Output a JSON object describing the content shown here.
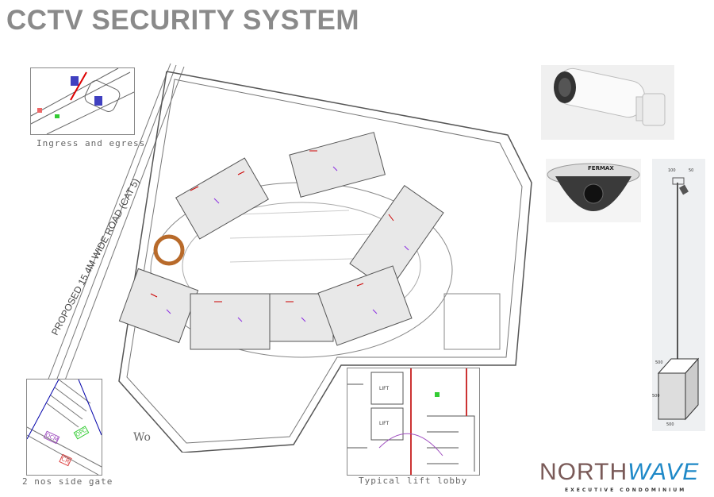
{
  "title": "CCTV SECURITY SYSTEM",
  "site_plan": {
    "road_label": "PROPOSED 15.4M WIDE ROAD (CAT 5)",
    "partial_road_text": "Wo"
  },
  "insets": {
    "ingress": {
      "label": "Ingress and egress"
    },
    "side_gate": {
      "label": "2 nos side gate",
      "tags": [
        "OCM",
        "OPC",
        "CR"
      ]
    },
    "lift_lobby": {
      "label": "Typical lift lobby",
      "tags": [
        "LIFT",
        "LIFT"
      ]
    }
  },
  "cameras": {
    "dome_brand": "FERMAX"
  },
  "pole_detail": {
    "dims": [
      "100",
      "50",
      "500",
      "500",
      "500"
    ]
  },
  "logo": {
    "north": "NORTH",
    "wave": "WAVE",
    "subtitle": "EXECUTIVE CONDOMINIUM"
  },
  "colors": {
    "title": "#8a8a8a",
    "logo_north": "#7a5a58",
    "logo_wave": "#1e88c7"
  }
}
